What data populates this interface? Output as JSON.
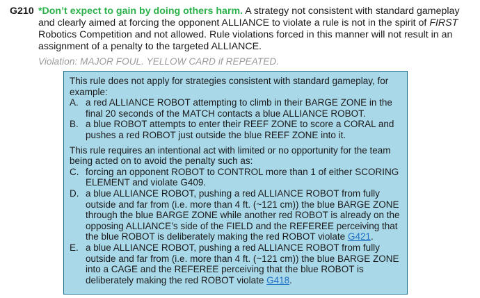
{
  "rule": {
    "id": "G210",
    "title": "*Don’t expect to gain by doing others harm.",
    "body_part1": " A strategy not consistent with standard gameplay and clearly aimed at forcing the opponent ALLIANCE to violate a rule is not in the spirit of ",
    "body_italic": "FIRST",
    "body_part2": " Robotics Competition and not allowed. Rule violations forced in this manner will not result in an assignment of a penalty to the targeted ALLIANCE.",
    "violation": "Violation: MAJOR FOUL. YELLOW CARD if REPEATED."
  },
  "box": {
    "intro1": "This rule does not apply for strategies consistent with standard gameplay, for example:",
    "items1": [
      {
        "letter": "A.",
        "text": "a red ALLIANCE ROBOT attempting to climb in their BARGE ZONE in the final 20 seconds of the MATCH contacts a blue ALLIANCE ROBOT."
      },
      {
        "letter": "B.",
        "text": "a blue ROBOT attempts to enter their REEF ZONE to score a CORAL and pushes a red ROBOT just outside the blue REEF ZONE into it."
      }
    ],
    "intro2": "This rule requires an intentional act with limited or no opportunity for the team being acted on to avoid the penalty such as:",
    "items2": [
      {
        "letter": "C.",
        "text": "forcing an opponent ROBOT to CONTROL more than 1 of either SCORING ELEMENT and violate G409.",
        "link": "",
        "end": ""
      },
      {
        "letter": "D.",
        "text": "a blue ALLIANCE ROBOT, pushing a red ALLIANCE ROBOT from fully outside and far from (i.e. more than 4 ft. (~121 cm)) the blue BARGE ZONE through the blue BARGE ZONE while another red ROBOT is already on the opposing ALLIANCE’s side of the FIELD and the REFEREE perceiving that the blue ROBOT is deliberately making the red ROBOT violate ",
        "link": "G421",
        "end": "."
      },
      {
        "letter": "E.",
        "text": "a blue ALLIANCE ROBOT, pushing a red ALLIANCE ROBOT from fully outside and far from (i.e. more than 4 ft. (~121 cm)) the blue BARGE ZONE into a CAGE and the REFEREE perceiving that the blue ROBOT is deliberately making the red ROBOT violate ",
        "link": "G418",
        "end": "."
      }
    ]
  },
  "colors": {
    "title_green": "#2bb14a",
    "box_fill": "#a9d8e9",
    "box_border": "#1d6f8a",
    "link_blue": "#1f6fc4",
    "violation_gray": "#9a9a9a"
  }
}
